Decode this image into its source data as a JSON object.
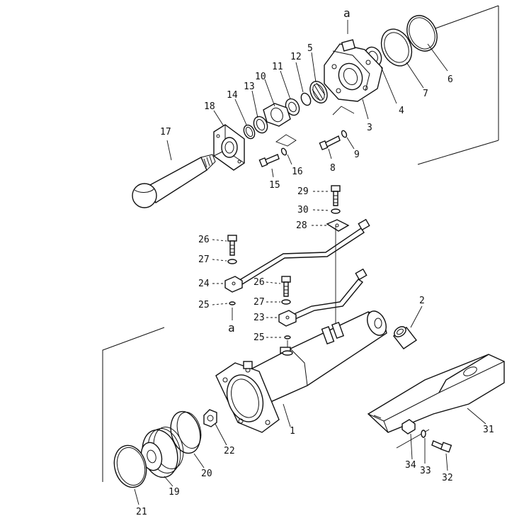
{
  "diagram": {
    "ref_top": "a",
    "ref_bottom": "a",
    "callouts": [
      {
        "id": "1",
        "text": "1"
      },
      {
        "id": "2",
        "text": "2"
      },
      {
        "id": "3",
        "text": "3"
      },
      {
        "id": "4",
        "text": "4"
      },
      {
        "id": "5",
        "text": "5"
      },
      {
        "id": "6",
        "text": "6"
      },
      {
        "id": "7",
        "text": "7"
      },
      {
        "id": "8",
        "text": "8"
      },
      {
        "id": "9",
        "text": "9"
      },
      {
        "id": "10",
        "text": "10"
      },
      {
        "id": "11",
        "text": "11"
      },
      {
        "id": "12",
        "text": "12"
      },
      {
        "id": "13",
        "text": "13"
      },
      {
        "id": "14",
        "text": "14"
      },
      {
        "id": "15",
        "text": "15"
      },
      {
        "id": "16",
        "text": "16"
      },
      {
        "id": "17",
        "text": "17"
      },
      {
        "id": "18",
        "text": "18"
      },
      {
        "id": "19",
        "text": "19"
      },
      {
        "id": "20",
        "text": "20"
      },
      {
        "id": "21",
        "text": "21"
      },
      {
        "id": "22",
        "text": "22"
      },
      {
        "id": "23",
        "text": "23"
      },
      {
        "id": "24",
        "text": "24"
      },
      {
        "id": "25a",
        "text": "25"
      },
      {
        "id": "25b",
        "text": "25"
      },
      {
        "id": "26a",
        "text": "26"
      },
      {
        "id": "26b",
        "text": "26"
      },
      {
        "id": "27a",
        "text": "27"
      },
      {
        "id": "27b",
        "text": "27"
      },
      {
        "id": "28",
        "text": "28"
      },
      {
        "id": "29",
        "text": "29"
      },
      {
        "id": "30",
        "text": "30"
      },
      {
        "id": "31",
        "text": "31"
      },
      {
        "id": "32",
        "text": "32"
      },
      {
        "id": "33",
        "text": "33"
      },
      {
        "id": "34",
        "text": "34"
      }
    ]
  }
}
